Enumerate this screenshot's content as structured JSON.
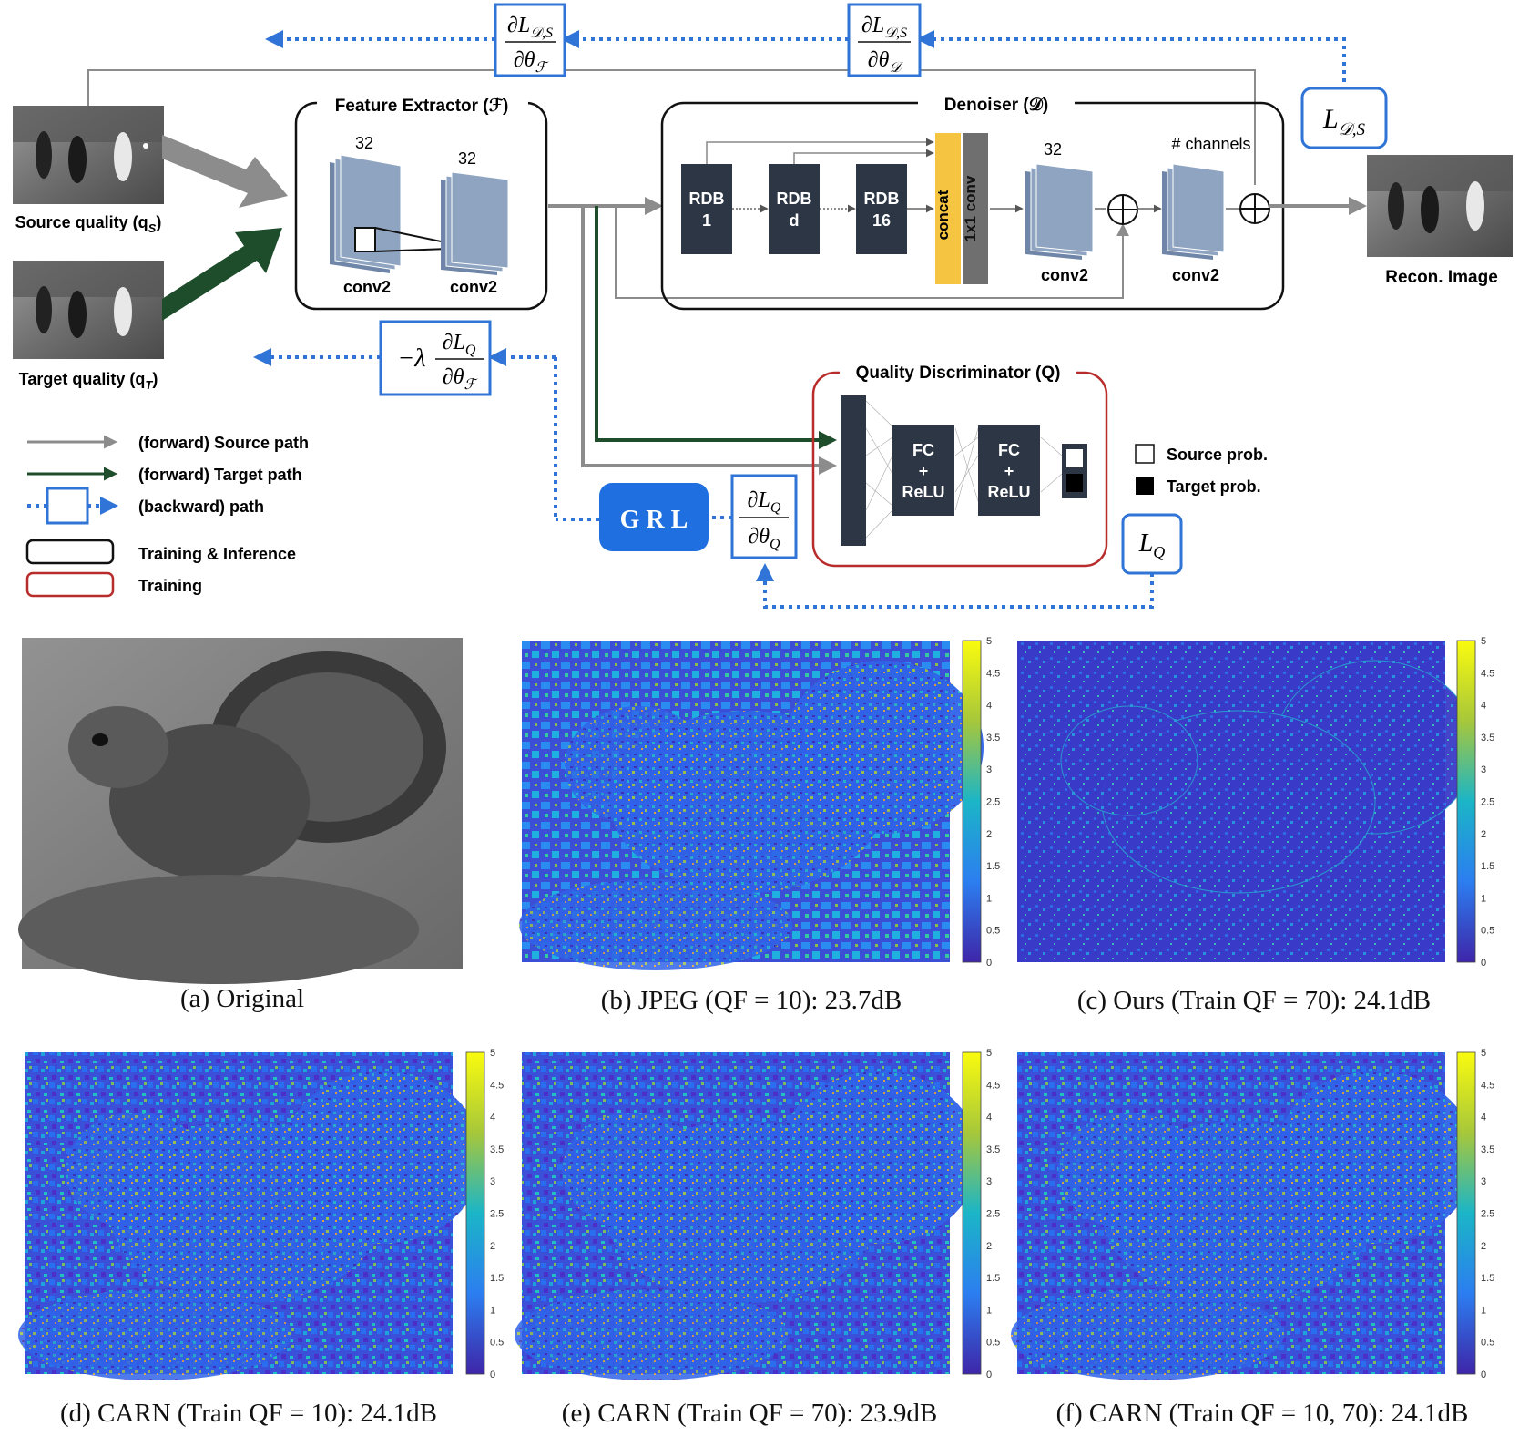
{
  "architecture": {
    "inputs": {
      "source_label": "Source quality (q",
      "source_sub": "S",
      "target_label": "Target quality (q",
      "target_sub": "T"
    },
    "feature_extractor": {
      "title": "Feature Extractor (ℱ)",
      "layer1_channels": "32",
      "layer2_channels": "32",
      "layer1_label": "conv2",
      "layer2_label": "conv2"
    },
    "denoiser": {
      "title": "Denoiser (𝒟)",
      "rdb1_line1": "RDB",
      "rdb1_line2": "1",
      "rdbd_line1": "RDB",
      "rdbd_line2": "d",
      "rdb16_line1": "RDB",
      "rdb16_line2": "16",
      "concat_label": "concat",
      "conv1x1_label": "1x1 conv",
      "conv_a_channels": "32",
      "conv_a_label": "conv2",
      "conv_b_channels": "# channels",
      "conv_b_label": "conv2"
    },
    "output_label": "Recon. Image",
    "loss_d": {
      "main": "L",
      "sub": "𝒟,S"
    },
    "grad_f": {
      "num": "∂L",
      "num_sub": "𝒟,S",
      "den": "∂θ",
      "den_sub": "ℱ"
    },
    "grad_d": {
      "num": "∂L",
      "num_sub": "𝒟,S",
      "den": "∂θ",
      "den_sub": "𝒟"
    },
    "grad_q_f": {
      "prefix": "−λ",
      "num": "∂L",
      "num_sub": "Q",
      "den": "∂θ",
      "den_sub": "ℱ"
    },
    "grad_q": {
      "num": "∂L",
      "num_sub": "Q",
      "den": "∂θ",
      "den_sub": "Q"
    },
    "loss_q": {
      "main": "L",
      "sub": "Q"
    },
    "grl_label": "G R L",
    "discriminator": {
      "title": "Quality Discriminator (Q)",
      "fc1_line1": "FC",
      "fc1_line2": "+",
      "fc1_line3": "ReLU",
      "fc2_line1": "FC",
      "fc2_line2": "+",
      "fc2_line3": "ReLU"
    },
    "probabilities": {
      "source": "Source prob.",
      "target": "Target prob."
    },
    "legend": {
      "source_path": "(forward) Source path",
      "target_path": "(forward) Target path",
      "backward_path": "(backward) path",
      "train_inference": "Training & Inference",
      "training": "Training"
    },
    "colors": {
      "source_path": "#8c8c8c",
      "target_path": "#1e4d2b",
      "backward_path": "#2f74d6",
      "rdb_block": "#2c3644",
      "concat": "#f5c542",
      "conv1x1": "#6f6f6f",
      "feature_map": "#8fa4c0",
      "grl": "#1f6fe0",
      "discriminator_border": "#b82c2c"
    }
  },
  "results": {
    "colorbar_ticks": [
      "5",
      "4.5",
      "4",
      "3.5",
      "3",
      "2.5",
      "2",
      "1.5",
      "1",
      "0.5",
      "0"
    ],
    "captions": {
      "a": "(a) Original",
      "b": "(b) JPEG (QF = 10):  23.7dB",
      "c": "(c) Ours (Train QF = 70):  24.1dB",
      "d": "(d) CARN (Train QF = 10):  24.1dB",
      "e": "(e) CARN (Train QF = 70):  23.9dB",
      "f": "(f) CARN (Train QF = 10, 70):  24.1dB"
    }
  }
}
